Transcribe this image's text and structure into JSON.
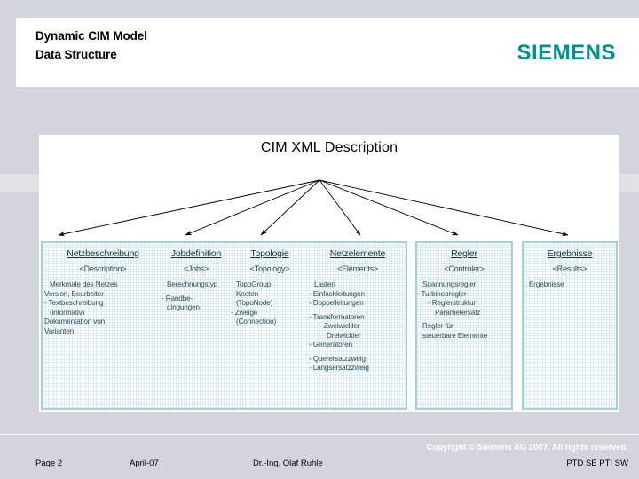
{
  "header": {
    "title_line1": "Dynamic CIM Model",
    "title_line2": "Data Structure",
    "brand": "SIEMENS",
    "brand_color": "#009090"
  },
  "diagram": {
    "title": "CIM XML Description",
    "arrow_count": 6,
    "box_border_color": "#a8cfd9",
    "columns": [
      {
        "id": "netzbeschreibung",
        "title": "Netzbeschreibung",
        "tag": "<Description>",
        "items": [
          {
            "text": "Merkmale des Netzes",
            "indent": 0
          },
          {
            "text": "Version, Bearbeiter",
            "indent": 1
          },
          {
            "text": "- Textbeschreibung",
            "indent": 1
          },
          {
            "text": "(informativ)",
            "indent": 0
          },
          {
            "text": "Dokumentation von",
            "indent": 1
          },
          {
            "text": "Varianten",
            "indent": 1
          }
        ]
      },
      {
        "id": "jobdefinition",
        "title": "Jobdefinition",
        "tag": "<Jobs>",
        "items": [
          {
            "text": "Berechnungstyp",
            "indent": 0
          },
          {
            "text": "",
            "indent": 1
          },
          {
            "text": "- Randbe-",
            "indent": 1
          },
          {
            "text": "dingungen",
            "indent": 0
          }
        ]
      },
      {
        "id": "topologie",
        "title": "Topologie",
        "tag": "<Topology>",
        "items": [
          {
            "text": "TopoGroup",
            "indent": 0
          },
          {
            "text": "Knoten",
            "indent": 0
          },
          {
            "text": "(TopoNode)",
            "indent": 0
          },
          {
            "text": "- Zweige",
            "indent": 1
          },
          {
            "text": "(Connection)",
            "indent": 0
          }
        ]
      },
      {
        "id": "netzelemente",
        "title": "Netzelemente",
        "tag": "<Elements>",
        "items": [
          {
            "text": "Lasten",
            "indent": 0
          },
          {
            "text": "- Einfachleitungen",
            "indent": 1
          },
          {
            "text": "- Doppelleitungen",
            "indent": 1
          },
          {
            "text": "",
            "indent": 1
          },
          {
            "text": "- Transformatoren",
            "indent": 1
          },
          {
            "text": "- Zweiwickler",
            "indent": 2
          },
          {
            "text": "Dreiwickler",
            "indent": 3
          },
          {
            "text": "- Generatoren",
            "indent": 1
          },
          {
            "text": "",
            "indent": 1
          },
          {
            "text": "- Querersatzzweig",
            "indent": 1
          },
          {
            "text": "- Langsersatzzweig",
            "indent": 1
          }
        ]
      },
      {
        "id": "regler",
        "title": "Regler",
        "tag": "<Controler>",
        "items": [
          {
            "text": "Spannungsregler",
            "indent": 0
          },
          {
            "text": "- Turbinenregler",
            "indent": 1
          },
          {
            "text": "- Reglerstruktur",
            "indent": 2
          },
          {
            "text": "Parametersatz",
            "indent": 3
          },
          {
            "text": "Regler für",
            "indent": 0
          },
          {
            "text": "steuerbare Elemente",
            "indent": 0
          }
        ]
      },
      {
        "id": "ergebnisse",
        "title": "Ergebnisse",
        "tag": "<Results>",
        "items": [
          {
            "text": "Ergebnisse",
            "indent": 0
          }
        ]
      }
    ]
  },
  "footer": {
    "copyright": "Copyright © Siemens AG 2007. All rights reserved.",
    "page": "Page 2",
    "date": "April-07",
    "author": "Dr.-Ing. Olaf Ruhle",
    "department": "PTD SE PTI SW"
  }
}
